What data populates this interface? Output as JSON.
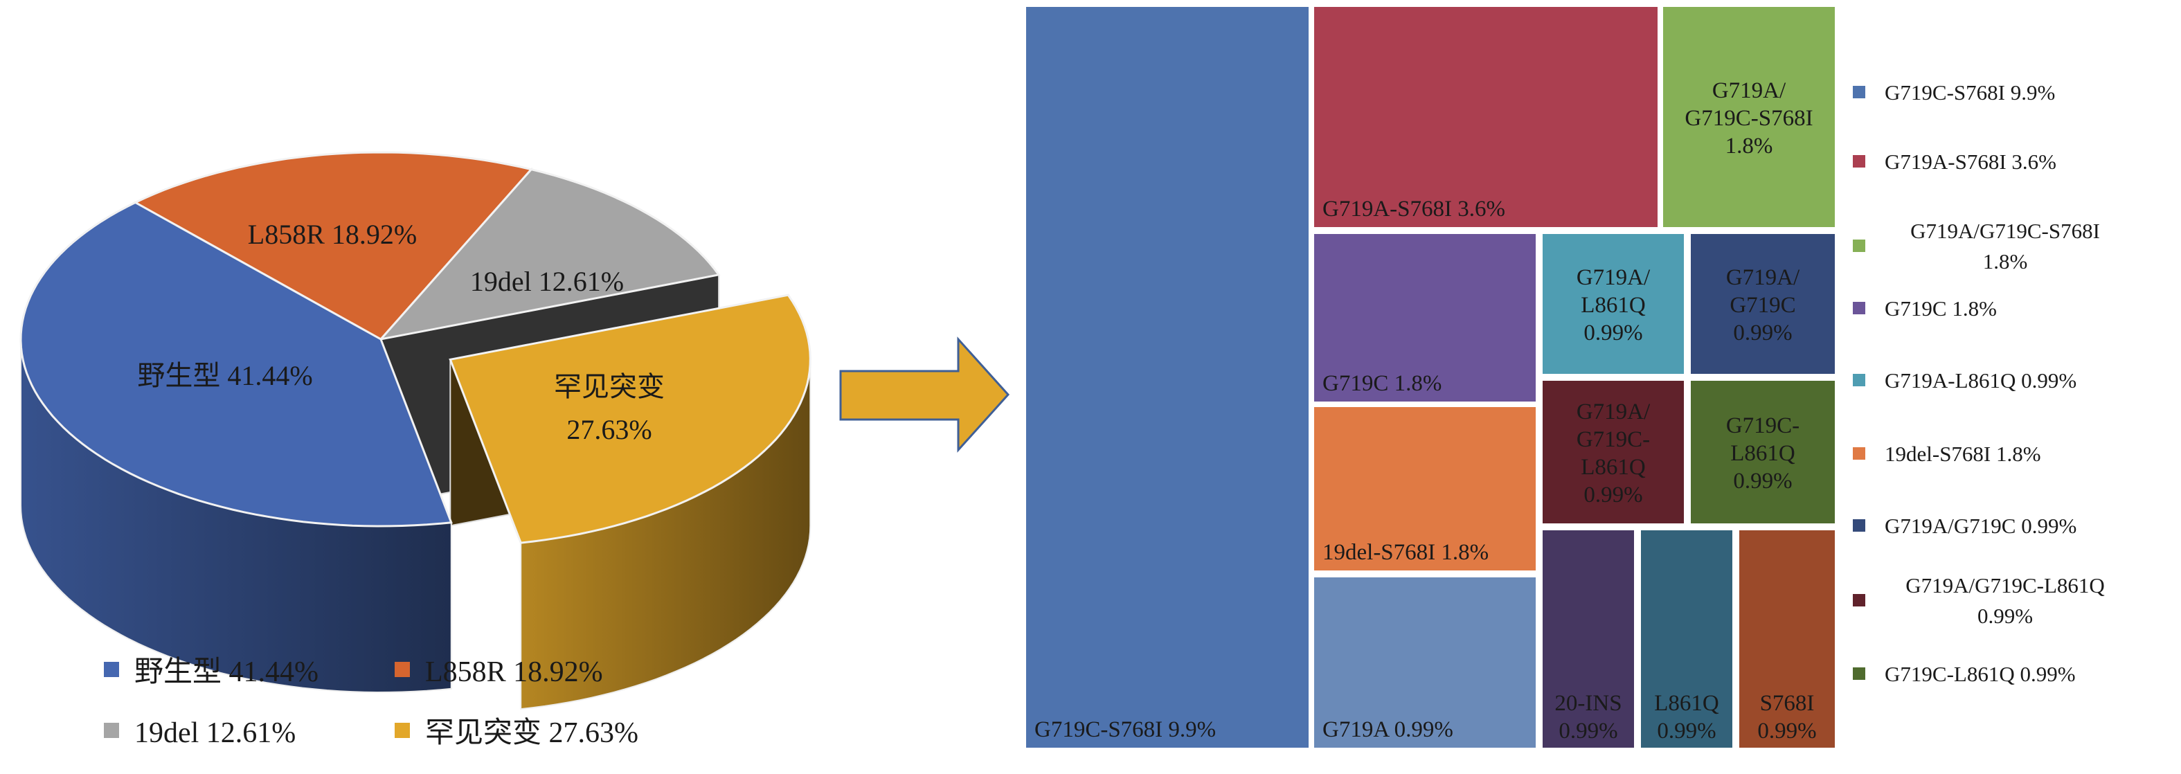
{
  "chart_data": [
    {
      "type": "pie",
      "variant": "3d-exploded",
      "slices": [
        {
          "name": "L858R",
          "value": 18.92,
          "label": "L858R 18.92%",
          "legend": "L858R 18.92%",
          "color": "#d5652f"
        },
        {
          "name": "19del",
          "value": 12.61,
          "label": "19del 12.61%",
          "legend": "19del 12.61%",
          "color": "#a5a5a5"
        },
        {
          "name": "罕见突变",
          "value": 27.63,
          "label_lines": [
            "罕见突变",
            "27.63%"
          ],
          "legend": "罕见突变 27.63%",
          "color": "#e2a72a",
          "exploded": true
        },
        {
          "name": "野生型",
          "value": 41.44,
          "label": "野生型 41.44%",
          "legend": "野生型 41.44%",
          "color": "#4567b0"
        }
      ],
      "legend_placement": "bottom"
    },
    {
      "type": "treemap",
      "items": [
        {
          "name": "G719C-S768I",
          "value": 9.9,
          "lines": [
            "G719C-S768I 9.9%"
          ],
          "legend": [
            "G719C-S768I 9.9%"
          ],
          "color": "#4e73ae"
        },
        {
          "name": "G719A-S768I",
          "value": 3.6,
          "lines": [
            "G719A-S768I 3.6%"
          ],
          "legend": [
            "G719A-S768I 3.6%"
          ],
          "color": "#ab3f50"
        },
        {
          "name": "G719A/G719C-S768I",
          "value": 1.8,
          "lines": [
            "G719A/",
            "G719C-S768I",
            "1.8%"
          ],
          "legend": [
            "G719A/G719C-S768I",
            "1.8%"
          ],
          "color": "#86b056"
        },
        {
          "name": "G719C",
          "value": 1.8,
          "lines": [
            "G719C 1.8%"
          ],
          "legend": [
            "G719C 1.8%"
          ],
          "color": "#6b5599"
        },
        {
          "name": "19del-S768I",
          "value": 1.8,
          "lines": [
            "19del-S768I 1.8%"
          ],
          "legend": [
            "19del-S768I 1.8%"
          ],
          "color": "#e07a44"
        },
        {
          "name": "G719A",
          "value": 0.99,
          "lines": [
            "G719A 0.99%"
          ],
          "color": "#6a8ab8"
        },
        {
          "name": "G719A-L861Q",
          "value": 0.99,
          "lines": [
            "G719A/",
            "L861Q",
            "0.99%"
          ],
          "legend": [
            "G719A-L861Q 0.99%"
          ],
          "color": "#4f9db2"
        },
        {
          "name": "G719A/G719C",
          "value": 0.99,
          "lines": [
            "G719A/",
            "G719C",
            "0.99%"
          ],
          "legend": [
            "G719A/G719C 0.99%"
          ],
          "color": "#344a7a"
        },
        {
          "name": "G719A/G719C-L861Q",
          "value": 0.99,
          "lines": [
            "G719A/",
            "G719C-",
            "L861Q",
            "0.99%"
          ],
          "legend": [
            "G719A/G719C-L861Q",
            "0.99%"
          ],
          "color": "#60222b"
        },
        {
          "name": "G719C-L861Q",
          "value": 0.99,
          "lines": [
            "G719C-",
            "L861Q",
            "0.99%"
          ],
          "legend": [
            "G719C-L861Q 0.99%"
          ],
          "color": "#4f6b2e"
        },
        {
          "name": "20-INS",
          "value": 0.99,
          "lines": [
            "20-INS",
            "0.99%"
          ],
          "color": "#463761"
        },
        {
          "name": "L861Q",
          "value": 0.99,
          "lines": [
            "L861Q",
            "0.99%"
          ],
          "color": "#33627a"
        },
        {
          "name": "S768I",
          "value": 0.99,
          "lines": [
            "S768I",
            "0.99%"
          ],
          "color": "#9b4a2a"
        }
      ],
      "legend_order": [
        0,
        1,
        2,
        3,
        6,
        4,
        7,
        8,
        9
      ],
      "legend_placement": "right"
    }
  ],
  "arrow_color": "#e2a72a"
}
